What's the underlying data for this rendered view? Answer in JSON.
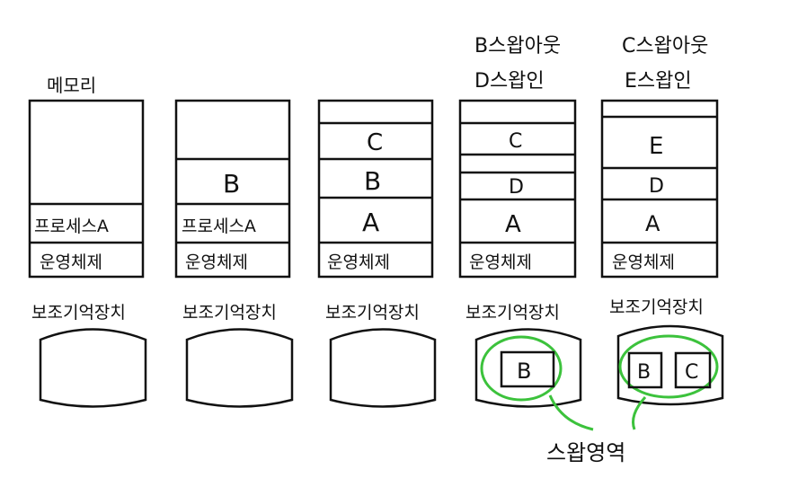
{
  "memory_label": "메모리",
  "os_label": "운영체제",
  "storage_label": "보조기억장치",
  "swap_area_label": "스왑영역",
  "columns": [
    {
      "header": [],
      "segments": [
        "프로세스A"
      ],
      "swapped": []
    },
    {
      "header": [],
      "segments": [
        "B",
        "프로세스A"
      ],
      "swapped": []
    },
    {
      "header": [],
      "segments": [
        "C",
        "B",
        "A"
      ],
      "swapped": []
    },
    {
      "header": [
        "B스왑아웃",
        "D스왑인"
      ],
      "segments": [
        "C",
        "D",
        "A"
      ],
      "swapped": [
        "B"
      ]
    },
    {
      "header": [
        "C스왑아웃",
        "E스왑인"
      ],
      "segments": [
        "E",
        "D",
        "A"
      ],
      "swapped": [
        "B",
        "C"
      ]
    }
  ],
  "colors": {
    "ink": "#111111",
    "swap_highlight": "#3cc23c"
  }
}
